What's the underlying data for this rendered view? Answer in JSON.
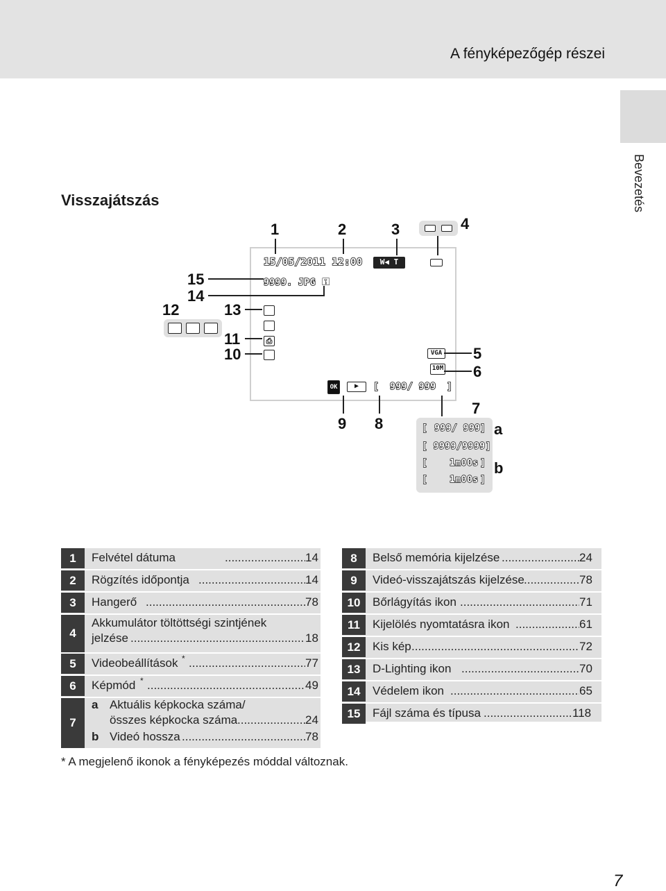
{
  "header": {
    "title": "A fényképezőgép részei"
  },
  "side_tab": {
    "label": "Bevezetés"
  },
  "section_title": "Visszajátszás",
  "screen": {
    "date_time": "15/05/2011 12:00",
    "file_name": "9999. JPG",
    "frame_counter": "999/ 999",
    "ok_icon": "OK",
    "vga_icon": "VGA",
    "size_icon": "10M"
  },
  "callouts": [
    "1",
    "2",
    "3",
    "4",
    "5",
    "6",
    "7",
    "8",
    "9",
    "10",
    "11",
    "12",
    "13",
    "14",
    "15",
    "a",
    "b"
  ],
  "alt_panel": {
    "line1": "999/ 999",
    "line2": "[ 9999/9999]",
    "line3": "1m00s",
    "line4": "1m00s"
  },
  "table_left": [
    {
      "num": "1",
      "text": "Felvétel dátuma",
      "page": "14"
    },
    {
      "num": "2",
      "text": "Rögzítés időpontja",
      "page": "14"
    },
    {
      "num": "3",
      "text": "Hangerő",
      "page": "78"
    },
    {
      "num": "4",
      "text": "Akkumulátor töltöttségi szintjének",
      "text2": "jelzése",
      "page": "18"
    },
    {
      "num": "5",
      "text": "Videobeállítások",
      "star": "*",
      "page": "77"
    },
    {
      "num": "6",
      "text": "Képmód",
      "star": "*",
      "page": "49"
    },
    {
      "num": "7",
      "a_label": "a",
      "a_text": "Aktuális képkocka száma/",
      "a_text2": "összes képkocka száma",
      "a_page": "24",
      "b_label": "b",
      "b_text": "Videó hossza",
      "b_page": "78"
    }
  ],
  "table_right": [
    {
      "num": "8",
      "text": "Belső memória kijelzése",
      "page": "24"
    },
    {
      "num": "9",
      "text": "Videó-visszajátszás kijelzése",
      "page": "78"
    },
    {
      "num": "10",
      "text": "Bőrlágyítás ikon",
      "page": "71"
    },
    {
      "num": "11",
      "text": "Kijelölés nyomtatásra ikon",
      "page": "61"
    },
    {
      "num": "12",
      "text": "Kis kép",
      "page": "72"
    },
    {
      "num": "13",
      "text": "D-Lighting ikon",
      "page": "70"
    },
    {
      "num": "14",
      "text": "Védelem ikon",
      "page": "65"
    },
    {
      "num": "15",
      "text": "Fájl száma és típusa",
      "page": "118"
    }
  ],
  "footnote": "*  A megjelenő ikonok a fényképezés móddal változnak.",
  "page_number": "7",
  "colors": {
    "header_bg": "#e3e3e3",
    "num_cell": "#3a3a3a",
    "table_bg": "#e0e0e0"
  }
}
